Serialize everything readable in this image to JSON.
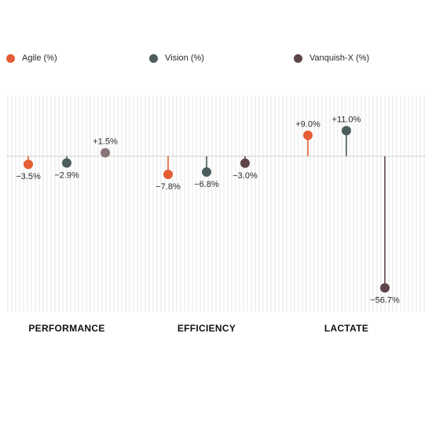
{
  "chart_data": {
    "type": "lollipop",
    "title": "",
    "xlabel": "",
    "ylabel": "",
    "categories": [
      "PERFORMANCE",
      "EFFICIENCY",
      "LACTATE"
    ],
    "series": [
      {
        "name": "Agile (%)",
        "color": "#e35d35",
        "values": [
          -3.5,
          -7.8,
          9.0
        ],
        "labels": [
          "−3.5%",
          "−7.8%",
          "+9.0%"
        ]
      },
      {
        "name": "Vision (%)",
        "color": "#4a5c5c",
        "values": [
          -2.9,
          -6.8,
          11.0
        ],
        "labels": [
          "−2.9%",
          "−6.8%",
          "+11.0%"
        ]
      },
      {
        "name": "Vanquish-X (%)",
        "color": "#5e4548",
        "values": [
          1.5,
          -3.0,
          -56.7
        ],
        "labels": [
          "+1.5%",
          "−3.0%",
          "−56.7%"
        ]
      }
    ],
    "point_color_overrides": [
      {
        "series": 2,
        "category": 0,
        "color": "#8a7676"
      }
    ],
    "ylim": [
      -67,
      26
    ],
    "grid": true,
    "legend_position": "top"
  }
}
